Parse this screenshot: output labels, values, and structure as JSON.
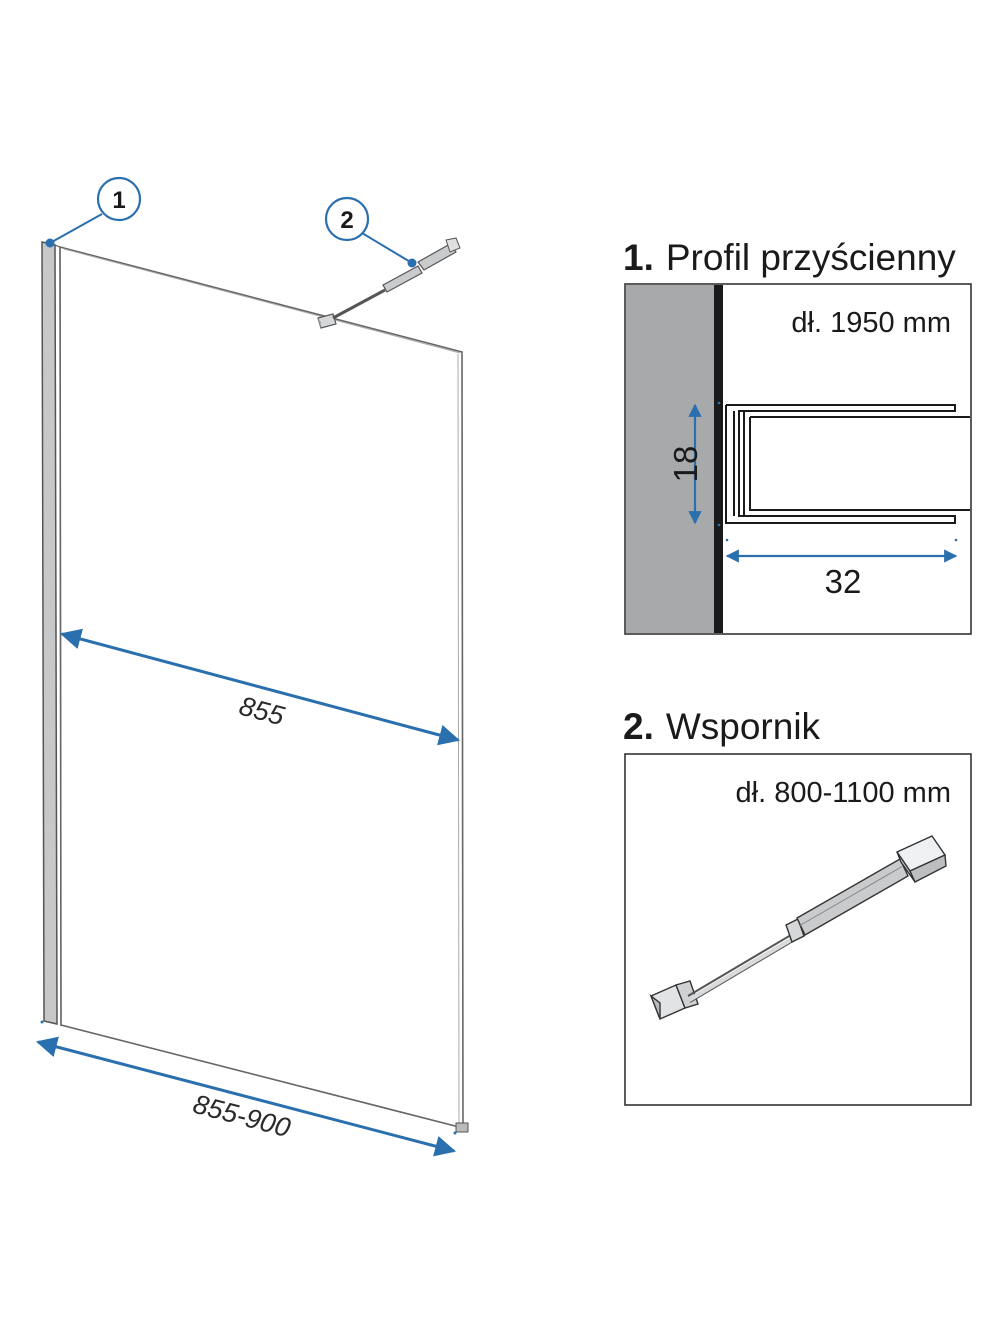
{
  "callouts": {
    "one": "1",
    "two": "2"
  },
  "dimensions": {
    "glass_width": "855",
    "total_width": "855-900"
  },
  "panel_profile": {
    "number": "1.",
    "title": "Profil przyścienny",
    "length": "dł. 1950 mm",
    "depth": "18",
    "width": "32"
  },
  "panel_bracket": {
    "number": "2.",
    "title": "Wspornik",
    "length": "dł. 800-1100 mm"
  },
  "colors": {
    "dimension_arrow": "#2a6fae",
    "wall": "#a7a9ab",
    "profile_line": "#1a1a1a",
    "metal": "#c9cbcd"
  }
}
